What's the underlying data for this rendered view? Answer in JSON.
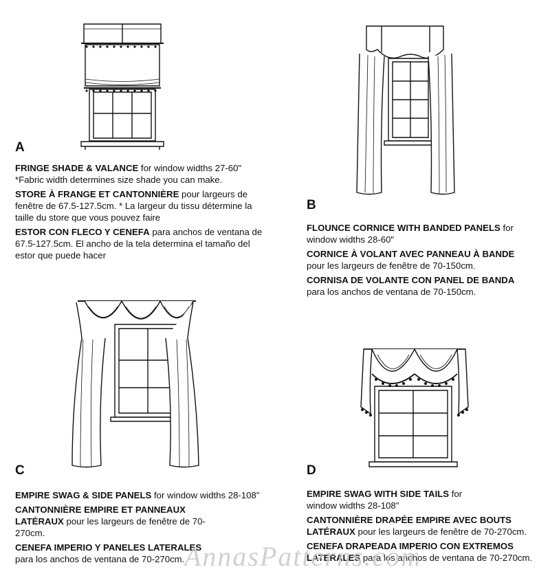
{
  "sections": [
    {
      "letter": "A",
      "lines": [
        {
          "bold": "FRINGE SHADE & VALANCE",
          "normal": " for window widths 27-60\""
        },
        {
          "bold": "",
          "normal": "*Fabric width determines size shade you can make."
        },
        {
          "bold": "STORE À FRANGE ET CANTONNIÈRE",
          "normal": " pour largeurs de fenêtre de 67.5-127.5cm. * La largeur du tissu détermine la taille du store que vous pouvez faire"
        },
        {
          "bold": "ESTOR CON FLECO Y CENEFA",
          "normal": " para anchos de ventana de 67.5-127.5cm. El ancho de la tela determina el tamaño del estor que puede hacer"
        }
      ]
    },
    {
      "letter": "B",
      "lines": [
        {
          "bold": "FLOUNCE CORNICE WITH BANDED PANELS",
          "normal": " for window widths 28-60\""
        },
        {
          "bold": "CORNICE À VOLANT AVEC PANNEAU À BANDE",
          "normal": " pour les largeurs de fenêtre de 70-150cm."
        },
        {
          "bold": "CORNISA DE VOLANTE CON PANEL DE BANDA",
          "normal": " para los anchos de ventana de 70-150cm."
        }
      ]
    },
    {
      "letter": "C",
      "lines": [
        {
          "bold": "EMPIRE SWAG & SIDE PANELS",
          "normal": " for window widths 28-108\""
        },
        {
          "bold": "CANTONNIÈRE EMPIRE ET PANNEAUX LATÉRAUX",
          "normal": " pour les largeurs de fenêtre de 70-270cm."
        },
        {
          "bold": "CENEFA IMPERIO Y PANELES LATERALES",
          "normal": " para los anchos de ventana de 70-270cm."
        }
      ]
    },
    {
      "letter": "D",
      "lines": [
        {
          "bold": "EMPIRE SWAG WITH SIDE TAILS",
          "normal": " for window widths 28-108\""
        },
        {
          "bold": "CANTONNIÈRE DRAPÉE EMPIRE AVEC BOUTS LATÉRAUX",
          "normal": " pour les largeurs de fenêtre de 70-270cm."
        },
        {
          "bold": "CENEFA DRAPEADA IMPERIO CON EXTREMOS LATERALES",
          "normal": " para los anchos de ventana de 70-270cm."
        }
      ]
    }
  ],
  "watermark": "AnnasPatterns.com"
}
